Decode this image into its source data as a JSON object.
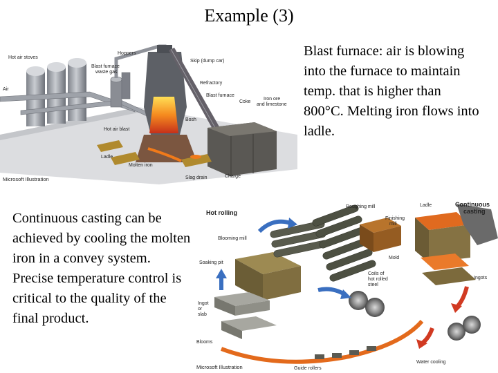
{
  "slide": {
    "title": "Example (3)",
    "blast_text": "Blast furnace: air is blowing into the furnace to maintain temp. that is higher than 800°C. Melting iron flows into ladle.",
    "casting_text": "Continuous casting can be achieved by cooling the molten iron in a convey system.  Precise temperature control is critical to the quality of the final product."
  },
  "figure1": {
    "credit": "Microsoft Illustration",
    "labels": {
      "hot_air_stoves": "Hot air stoves",
      "air": "Air",
      "hoppers": "Hoppers",
      "waste_gas_1": "Blast furnace",
      "waste_gas_2": "waste gas",
      "skip": "Skip (dump car)",
      "refractory": "Refractory",
      "blast_furnace": "Blast furnace",
      "coke": "Coke",
      "ore_1": "Iron ore",
      "ore_2": "and limestone",
      "bosh": "Bosh",
      "hot_air_blast": "Hot air blast",
      "ladle": "Ladle",
      "molten_iron": "Molten iron",
      "slag_drain": "Slag drain",
      "charge": "Charge"
    }
  },
  "figure2": {
    "credit": "Microsoft Illustration",
    "labels": {
      "hot_rolling": "Hot rolling",
      "roughing_mill": "Roughing mill",
      "finishing_1": "Finishing",
      "finishing_2": "mill",
      "ladle": "Ladle",
      "continuous_1": "Continuous",
      "continuous_2": "casting",
      "blooming_mill": "Blooming mill",
      "mold": "Mold",
      "soaking_pit": "Soaking pit",
      "coils_1": "Coils of",
      "coils_2": "hot rolled",
      "coils_3": "steel",
      "ingots": "Ingots",
      "ingot_1": "Ingot",
      "ingot_2": "or",
      "ingot_3": "slab",
      "blooms": "Blooms",
      "water_cooling": "Water cooling",
      "guide_rollers": "Guide rollers"
    }
  },
  "colors": {
    "steel_gray": "#8c9097",
    "dark_gray": "#5e6167",
    "olive": "#6b6a45",
    "molten": "#f07a1a",
    "hot": "#ffd23c",
    "arrow_blue": "#3a6fc0",
    "arrow_red": "#d13a22",
    "wood": "#b8742c"
  }
}
